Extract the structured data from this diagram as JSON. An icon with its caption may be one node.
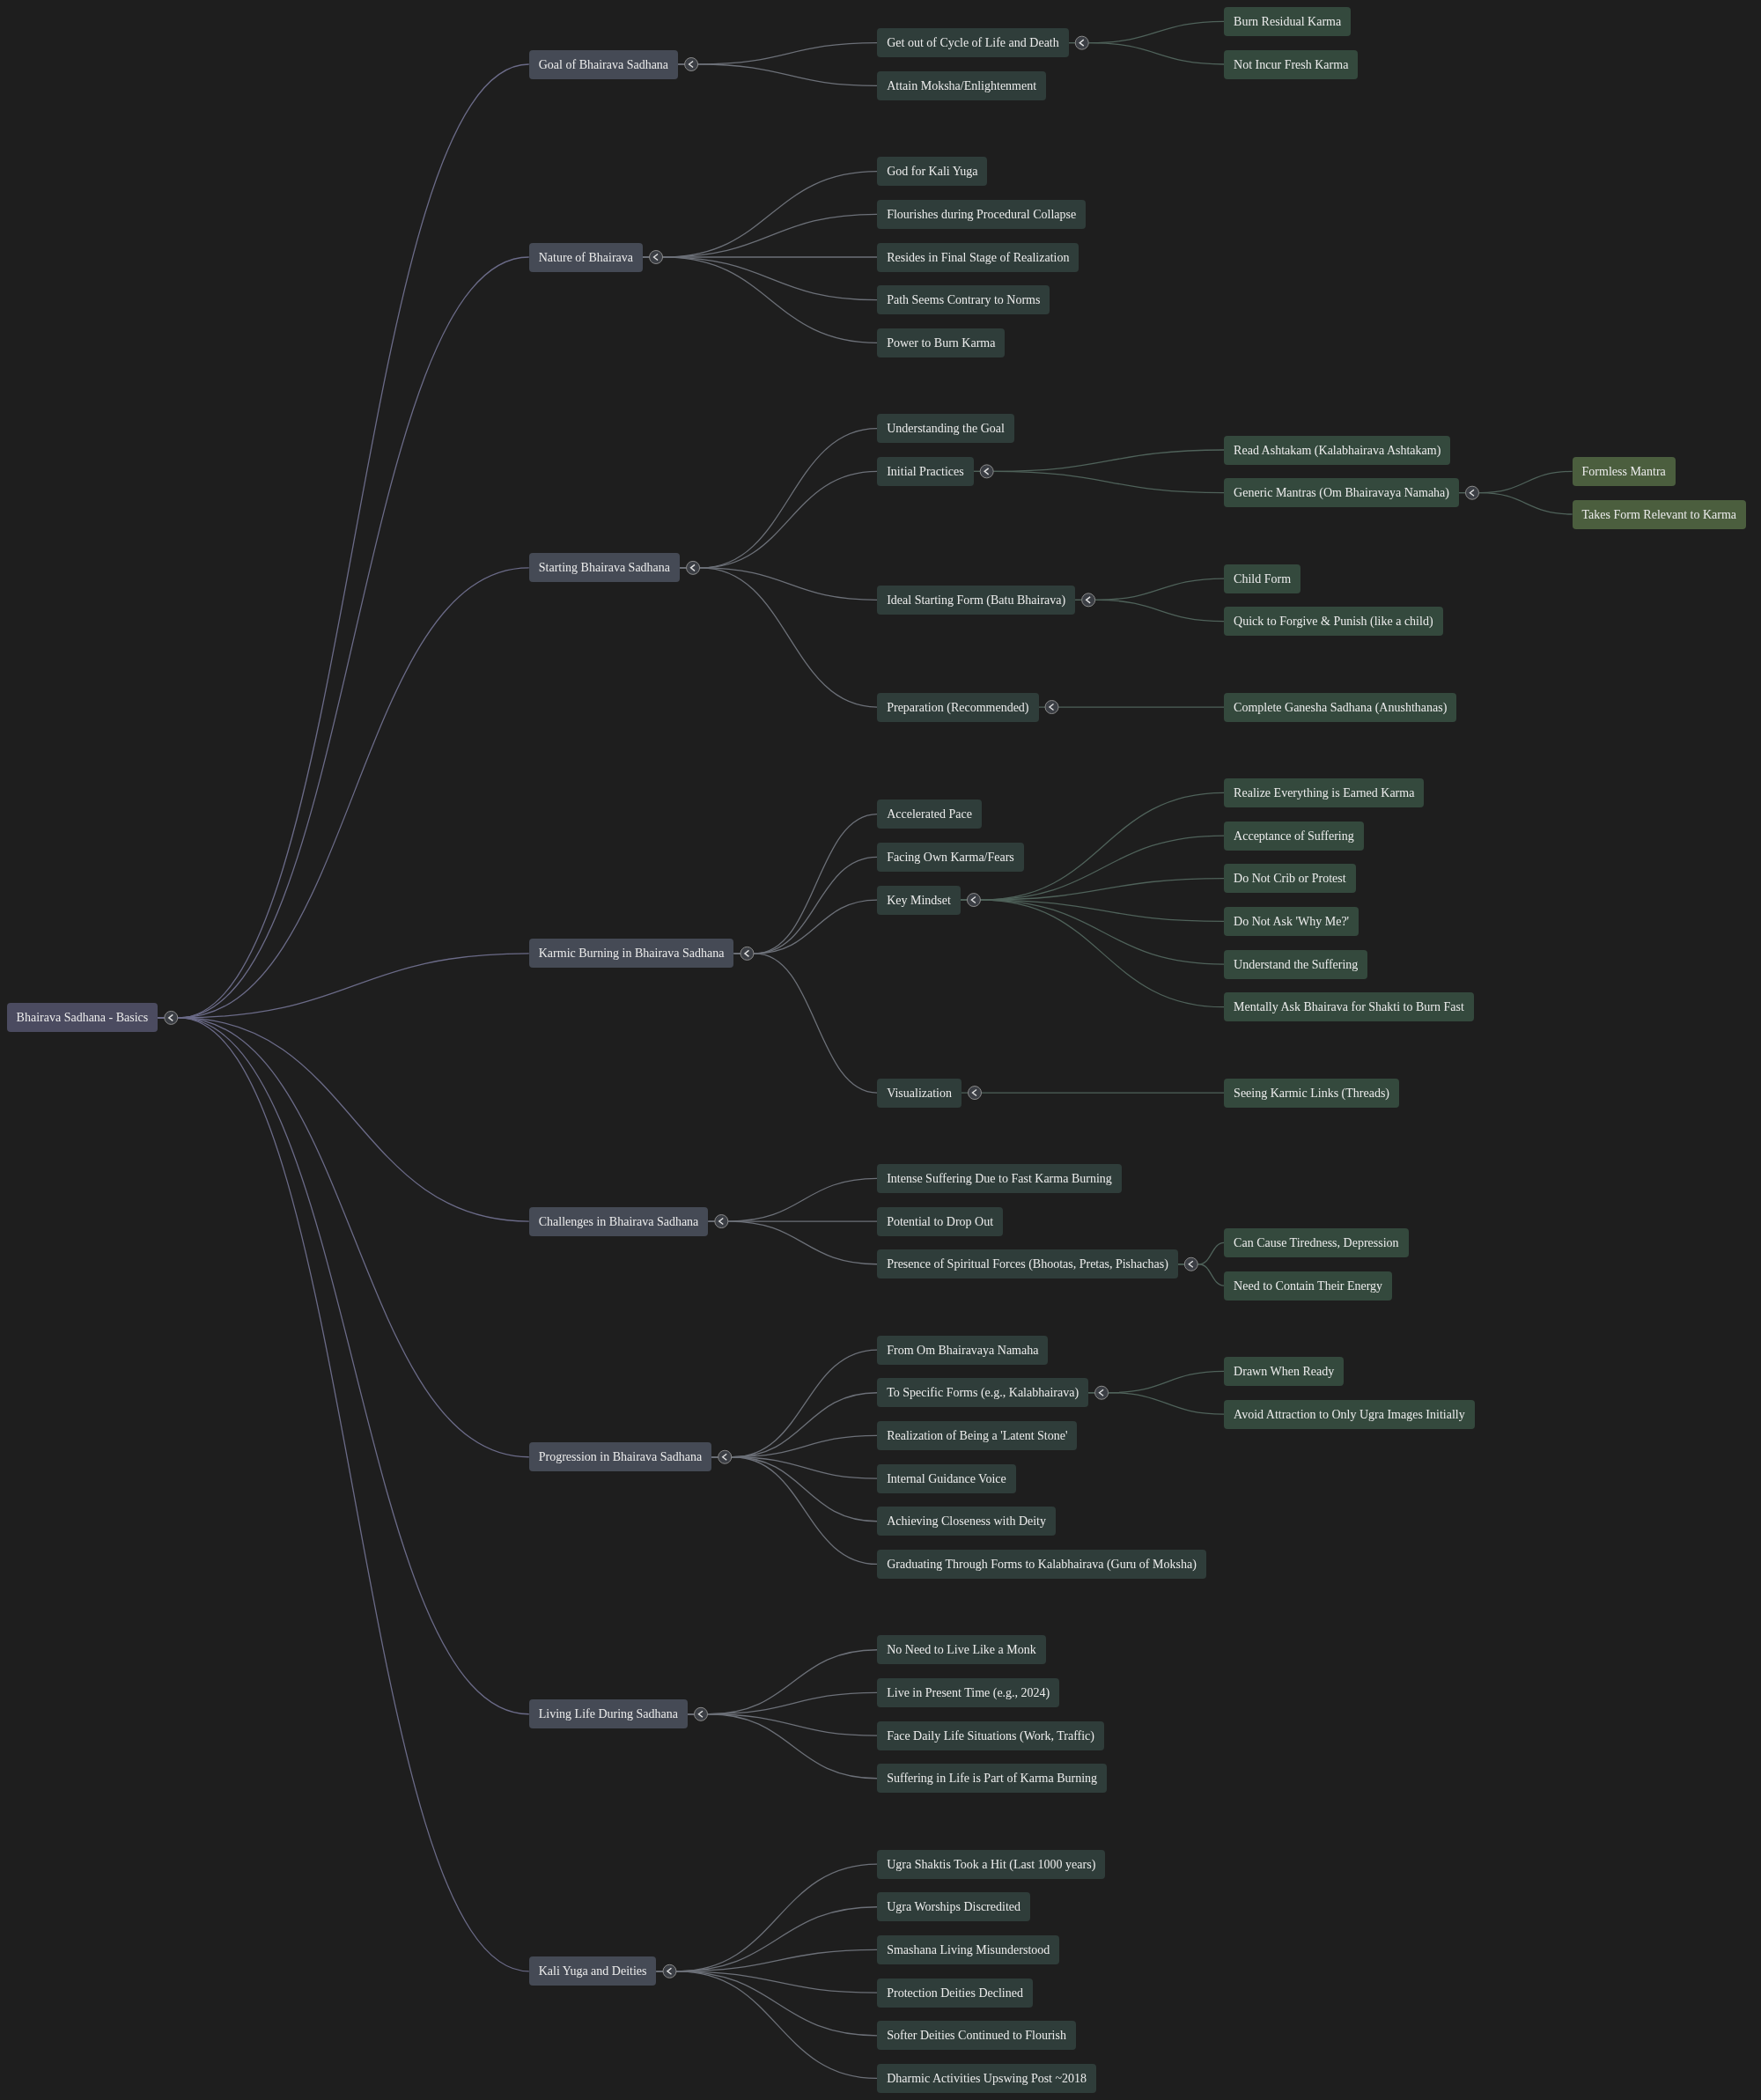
{
  "diagram": {
    "nodes": [
      {
        "text": [
          "Bhairava Sadhana - Basics"
        ]
      },
      {
        "text": [
          "Goal of Bhairava Sadhana"
        ]
      },
      {
        "text": [
          "Get out of Cycle of Life and Death"
        ]
      },
      {
        "text": [
          "Burn Residual Karma"
        ]
      },
      {
        "text": [
          "Not Incur Fresh Karma"
        ]
      },
      {
        "text": [
          "Attain Moksha/Enlightenment"
        ]
      },
      {
        "text": [
          "Nature of Bhairava"
        ]
      },
      {
        "text": [
          "God for Kali Yuga"
        ]
      },
      {
        "text": [
          "Flourishes during Procedural Collapse"
        ]
      },
      {
        "text": [
          "Resides in Final Stage of Realization"
        ]
      },
      {
        "text": [
          "Path Seems Contrary to Norms"
        ]
      },
      {
        "text": [
          "Power to Burn Karma"
        ]
      },
      {
        "text": [
          "Starting Bhairava Sadhana"
        ]
      },
      {
        "text": [
          "Understanding the Goal"
        ]
      },
      {
        "text": [
          "Initial Practices"
        ]
      },
      {
        "text": [
          "Read Ashtakam (Kalabhairava Ashtakam)"
        ]
      },
      {
        "text": [
          "Generic Mantras (Om Bhairavaya Namaha)"
        ]
      },
      {
        "text": [
          "Formless Mantra"
        ]
      },
      {
        "text": [
          "Takes Form Relevant to Karma"
        ]
      },
      {
        "text": [
          "Ideal Starting Form (Batu Bhairava)"
        ]
      },
      {
        "text": [
          "Child Form"
        ]
      },
      {
        "text": [
          "Quick to Forgive & Punish (like a child)"
        ]
      },
      {
        "text": [
          "Preparation (Recommended)"
        ]
      },
      {
        "text": [
          "Complete Ganesha Sadhana (Anushthanas)"
        ]
      },
      {
        "text": [
          "Karmic Burning in Bhairava Sadhana"
        ]
      },
      {
        "text": [
          "Accelerated Pace"
        ]
      },
      {
        "text": [
          "Facing Own Karma/Fears"
        ]
      },
      {
        "text": [
          "Key Mindset"
        ]
      },
      {
        "text": [
          "Realize Everything is Earned Karma"
        ]
      },
      {
        "text": [
          "Acceptance of Suffering"
        ]
      },
      {
        "text": [
          "Do Not Crib or Protest"
        ]
      },
      {
        "text": [
          "Do Not Ask 'Why Me?'"
        ]
      },
      {
        "text": [
          "Understand the Suffering"
        ]
      },
      {
        "text": [
          "Mentally Ask Bhairava for Shakti to Burn Fast"
        ]
      },
      {
        "text": [
          "Visualization"
        ]
      },
      {
        "text": [
          "Seeing Karmic Links (Threads)"
        ]
      },
      {
        "text": [
          "Challenges in Bhairava Sadhana"
        ]
      },
      {
        "text": [
          "Intense Suffering Due to Fast Karma Burning"
        ]
      },
      {
        "text": [
          "Potential to Drop Out"
        ]
      },
      {
        "text": [
          "Presence of Spiritual Forces (Bhootas, Pretas, Pishachas)"
        ]
      },
      {
        "text": [
          "Can Cause Tiredness, Depression"
        ]
      },
      {
        "text": [
          "Need to Contain Their Energy"
        ]
      },
      {
        "text": [
          "Progression in Bhairava Sadhana"
        ]
      },
      {
        "text": [
          "From Om Bhairavaya Namaha"
        ]
      },
      {
        "text": [
          "To Specific Forms (e.g., Kalabhairava)"
        ]
      },
      {
        "text": [
          "Drawn When Ready"
        ]
      },
      {
        "text": [
          "Avoid Attraction to Only Ugra Images Initially"
        ]
      },
      {
        "text": [
          "Realization of Being a 'Latent Stone'"
        ]
      },
      {
        "text": [
          "Internal Guidance Voice"
        ]
      },
      {
        "text": [
          "Achieving Closeness with Deity"
        ]
      },
      {
        "text": [
          "Graduating Through Forms to Kalabhairava (Guru of Moksha)"
        ]
      },
      {
        "text": [
          "Living Life During Sadhana"
        ]
      },
      {
        "text": [
          "No Need to Live Like a Monk"
        ]
      },
      {
        "text": [
          "Live in Present Time (e.g., 2024)"
        ]
      },
      {
        "text": [
          "Face Daily Life Situations (Work, Traffic)"
        ]
      },
      {
        "text": [
          "Suffering in Life is Part of Karma Burning"
        ]
      },
      {
        "text": [
          "Kali Yuga and Deities"
        ]
      },
      {
        "text": [
          "Ugra Shaktis Took a Hit (Last 1000 years)"
        ]
      },
      {
        "text": [
          "Ugra Worships Discredited"
        ]
      },
      {
        "text": [
          "Smashana Living Misunderstood"
        ]
      },
      {
        "text": [
          "Protection Deities Declined"
        ]
      },
      {
        "text": [
          "Softer Deities Continued to Flourish"
        ]
      },
      {
        "text": [
          "Dharmic Activities Upswing Post ~2018"
        ]
      }
    ],
    "edges": [
      {
        "from": 0,
        "to": 1,
        "arrow": "none",
        "color": "#6b6b88"
      },
      {
        "from": 1,
        "to": 2,
        "arrow": "none"
      },
      {
        "from": 2,
        "to": 3,
        "arrow": "none",
        "color": "#4f625a"
      },
      {
        "from": 2,
        "to": 4,
        "arrow": "none",
        "color": "#4f625a"
      },
      {
        "from": 1,
        "to": 5,
        "arrow": "none"
      },
      {
        "from": 0,
        "to": 6,
        "arrow": "none",
        "color": "#6b6b88"
      },
      {
        "from": 6,
        "to": 7,
        "arrow": "none"
      },
      {
        "from": 6,
        "to": 8,
        "arrow": "none"
      },
      {
        "from": 6,
        "to": 9,
        "arrow": "none"
      },
      {
        "from": 6,
        "to": 10,
        "arrow": "none"
      },
      {
        "from": 6,
        "to": 11,
        "arrow": "none"
      },
      {
        "from": 0,
        "to": 12,
        "arrow": "none",
        "color": "#6b6b88"
      },
      {
        "from": 12,
        "to": 13,
        "arrow": "none"
      },
      {
        "from": 12,
        "to": 14,
        "arrow": "none"
      },
      {
        "from": 14,
        "to": 15,
        "arrow": "none",
        "color": "#4f625a"
      },
      {
        "from": 14,
        "to": 16,
        "arrow": "none",
        "color": "#4f625a"
      },
      {
        "from": 16,
        "to": 17,
        "arrow": "none",
        "color": "#4f625a"
      },
      {
        "from": 16,
        "to": 18,
        "arrow": "none",
        "color": "#4f625a"
      },
      {
        "from": 12,
        "to": 19,
        "arrow": "none"
      },
      {
        "from": 19,
        "to": 20,
        "arrow": "none",
        "color": "#4f625a"
      },
      {
        "from": 19,
        "to": 21,
        "arrow": "none",
        "color": "#4f625a"
      },
      {
        "from": 12,
        "to": 22,
        "arrow": "none"
      },
      {
        "from": 22,
        "to": 23,
        "arrow": "none",
        "color": "#4f625a"
      },
      {
        "from": 0,
        "to": 24,
        "arrow": "none",
        "color": "#6b6b88"
      },
      {
        "from": 24,
        "to": 25,
        "arrow": "none"
      },
      {
        "from": 24,
        "to": 26,
        "arrow": "none"
      },
      {
        "from": 24,
        "to": 27,
        "arrow": "none"
      },
      {
        "from": 27,
        "to": 28,
        "arrow": "none",
        "color": "#4f625a"
      },
      {
        "from": 27,
        "to": 29,
        "arrow": "none",
        "color": "#4f625a"
      },
      {
        "from": 27,
        "to": 30,
        "arrow": "none",
        "color": "#4f625a"
      },
      {
        "from": 27,
        "to": 31,
        "arrow": "none",
        "color": "#4f625a"
      },
      {
        "from": 27,
        "to": 32,
        "arrow": "none",
        "color": "#4f625a"
      },
      {
        "from": 27,
        "to": 33,
        "arrow": "none",
        "color": "#4f625a"
      },
      {
        "from": 24,
        "to": 34,
        "arrow": "none"
      },
      {
        "from": 34,
        "to": 35,
        "arrow": "none",
        "color": "#4f625a"
      },
      {
        "from": 0,
        "to": 36,
        "arrow": "none",
        "color": "#6b6b88"
      },
      {
        "from": 36,
        "to": 37,
        "arrow": "none"
      },
      {
        "from": 36,
        "to": 38,
        "arrow": "none"
      },
      {
        "from": 36,
        "to": 39,
        "arrow": "none"
      },
      {
        "from": 39,
        "to": 40,
        "arrow": "none",
        "color": "#4f625a"
      },
      {
        "from": 39,
        "to": 41,
        "arrow": "none",
        "color": "#4f625a"
      },
      {
        "from": 0,
        "to": 42,
        "arrow": "none",
        "color": "#6b6b88"
      },
      {
        "from": 42,
        "to": 43,
        "arrow": "none"
      },
      {
        "from": 42,
        "to": 44,
        "arrow": "none"
      },
      {
        "from": 44,
        "to": 45,
        "arrow": "none",
        "color": "#4f625a"
      },
      {
        "from": 44,
        "to": 46,
        "arrow": "none",
        "color": "#4f625a"
      },
      {
        "from": 42,
        "to": 47,
        "arrow": "none"
      },
      {
        "from": 42,
        "to": 48,
        "arrow": "none"
      },
      {
        "from": 42,
        "to": 49,
        "arrow": "none"
      },
      {
        "from": 42,
        "to": 50,
        "arrow": "none"
      },
      {
        "from": 0,
        "to": 51,
        "arrow": "none",
        "color": "#6b6b88"
      },
      {
        "from": 51,
        "to": 52,
        "arrow": "none"
      },
      {
        "from": 51,
        "to": 53,
        "arrow": "none"
      },
      {
        "from": 51,
        "to": 54,
        "arrow": "none"
      },
      {
        "from": 51,
        "to": 55,
        "arrow": "none"
      },
      {
        "from": 0,
        "to": 56,
        "arrow": "none",
        "color": "#6b6b88"
      },
      {
        "from": 56,
        "to": 57,
        "arrow": "none"
      },
      {
        "from": 56,
        "to": 58,
        "arrow": "none"
      },
      {
        "from": 56,
        "to": 59,
        "arrow": "none"
      },
      {
        "from": 56,
        "to": 60,
        "arrow": "none"
      },
      {
        "from": 56,
        "to": 61,
        "arrow": "none"
      },
      {
        "from": 56,
        "to": 62,
        "arrow": "none"
      }
    ]
  }
}
